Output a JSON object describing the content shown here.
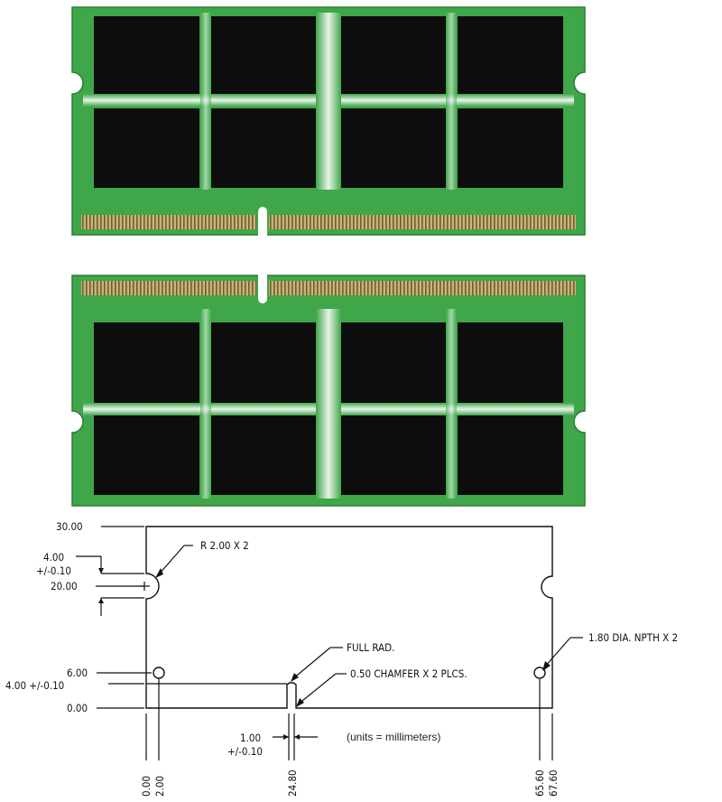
{
  "colors": {
    "pcb_green": "#3fa64a",
    "pcb_dark": "#2b8f38",
    "chip": "#0d0d0d",
    "contact_gold": "#b59a5a",
    "line": "#111111"
  },
  "modules": [
    {
      "side": "front",
      "chip_rows": 2,
      "chip_cols": 4
    },
    {
      "side": "back",
      "chip_rows": 2,
      "chip_cols": 4
    }
  ],
  "drawing": {
    "y_dims": {
      "top": "30.00",
      "notch_height_value": "4.00",
      "notch_height_tol": "+/-0.10",
      "notch_center": "20.00",
      "hole_y": "6.00",
      "key_depth": "4.00 +/-0.10",
      "bottom": "0.00"
    },
    "x_dims": {
      "x0": "0.00",
      "x1": "2.00",
      "key": "24.80",
      "x3": "65.60",
      "x4": "67.60"
    },
    "key_width_value": "1.00",
    "key_width_tol": "+/-0.10",
    "callouts": {
      "notch_radius": "R 2.00 X 2",
      "full_rad": "FULL RAD.",
      "chamfer": "0.50 CHAMFER X 2 PLCS.",
      "holes": "1.80 DIA. NPTH X 2"
    },
    "units_note": "(units = millimeters)"
  }
}
